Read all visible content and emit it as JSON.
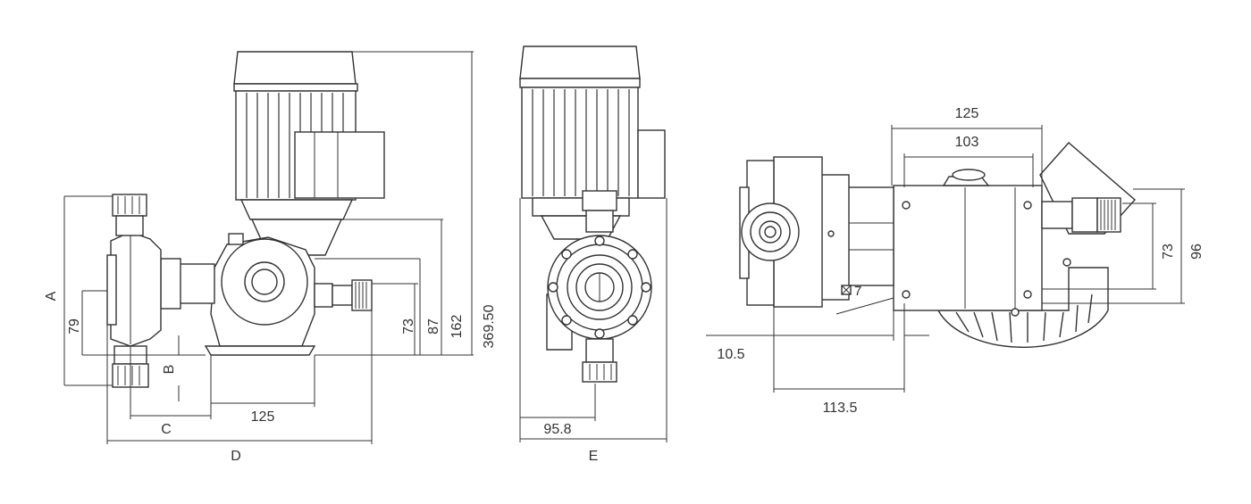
{
  "side_view": {
    "dims": {
      "a": "A",
      "b": "B",
      "c": "C",
      "d": "D",
      "d79": "79",
      "d125": "125",
      "d73": "73",
      "d87": "87",
      "d162": "162",
      "d369": "369.50"
    }
  },
  "front_view": {
    "dims": {
      "e": "E",
      "d95": "95.8"
    }
  },
  "top_view": {
    "dims": {
      "d125": "125",
      "d103": "103",
      "d73": "73",
      "d96": "96",
      "d10": "10.5",
      "d113": "113.5",
      "d7": "7"
    }
  }
}
